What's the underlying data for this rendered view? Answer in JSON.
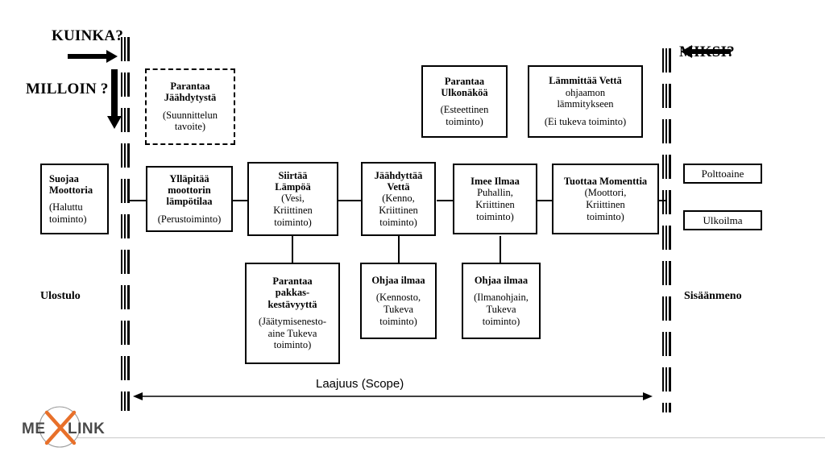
{
  "diagram": {
    "title_labels": {
      "how": "KUINKA?",
      "when": "MILLOIN ?",
      "why": "MIKSI?",
      "output": "Ulostulo",
      "input": "Sisäänmeno",
      "scope": "Laajuus (Scope)"
    },
    "design_goal_box": {
      "title_line1": "Parantaa",
      "title_line2": "Jäähdytystä",
      "sub_line1": "(Suunnittelun",
      "sub_line2": "tavoite)"
    },
    "top_boxes": [
      {
        "name": "parantaa-ulkonakoa",
        "title_line1": "Parantaa",
        "title_line2": "Ulkonäköä",
        "sub_line1": "(Esteettinen",
        "sub_line2": "toiminto)"
      },
      {
        "name": "lammittaa-vetta",
        "title_line1": "Lämmittää Vettä",
        "sub_line1": "ohjaamon",
        "sub_line2": "lämmitykseen",
        "sub_line3": "(Ei tukeva  toiminto)"
      }
    ],
    "main_row": [
      {
        "name": "suojaa-moottoria",
        "title_line1": "Suojaa",
        "title_line2": "Moottoria",
        "sub_line1": "(Haluttu",
        "sub_line2": "toiminto)"
      },
      {
        "name": "yllapitaa-moottorin-lampotilaa",
        "title_line1": "Ylläpitää",
        "title_line2": "moottorin",
        "title_line3": "lämpötilaa",
        "sub_line1": "(Perustoiminto)"
      },
      {
        "name": "siirtaa-lampoa",
        "title_line1": "Siirtää",
        "title_line2": "Lämpöä",
        "sub_line1": "(Vesi,",
        "sub_line2": "Kriittinen",
        "sub_line3": "toiminto)"
      },
      {
        "name": "jaahdyttaa-vetta",
        "title_line1": "Jäähdyttää",
        "title_line2": "Vettä",
        "sub_line1": "(Kenno,",
        "sub_line2": "Kriittinen",
        "sub_line3": "toiminto)"
      },
      {
        "name": "imee-ilmaa",
        "title_line1": "Imee Ilmaa",
        "sub_line1": "Puhallin,",
        "sub_line2": "Kriittinen",
        "sub_line3": "toiminto)"
      },
      {
        "name": "tuottaa-momenttia",
        "title_line1": "Tuottaa Momenttia",
        "sub_line1": "(Moottori,",
        "sub_line2": "Kriittinen",
        "sub_line3": "toiminto)"
      }
    ],
    "bottom_row": [
      {
        "name": "parantaa-pakkaskestavyytta",
        "title_line1": "Parantaa",
        "title_line2": "pakkas-",
        "title_line3": "kestävyyttä",
        "sub_line1": "(Jäätymisenesto-",
        "sub_line2": "aine Tukeva",
        "sub_line3": "toiminto)"
      },
      {
        "name": "ohjaa-ilmaa-kennosto",
        "title_line1": "Ohjaa ilmaa",
        "sub_line1": "(Kennosto,",
        "sub_line2": "Tukeva",
        "sub_line3": "toiminto)"
      },
      {
        "name": "ohjaa-ilmaa-ilmanohjain",
        "title_line1": "Ohjaa ilmaa",
        "sub_line1": "(Ilmanohjain,",
        "sub_line2": "Tukeva",
        "sub_line3": "toiminto)"
      }
    ],
    "resource_boxes": [
      {
        "name": "polttoaine",
        "label": "Polttoaine"
      },
      {
        "name": "ulkoilma",
        "label": "Ulkoilma"
      }
    ],
    "logo": {
      "text_left": "ME",
      "text_right": "LINK",
      "accent_color": "#E8702A",
      "text_color": "#4a4a4a"
    },
    "colors": {
      "stroke": "#000000",
      "background": "#FFFFFF",
      "footer_rule": "#C9C9C9"
    }
  }
}
